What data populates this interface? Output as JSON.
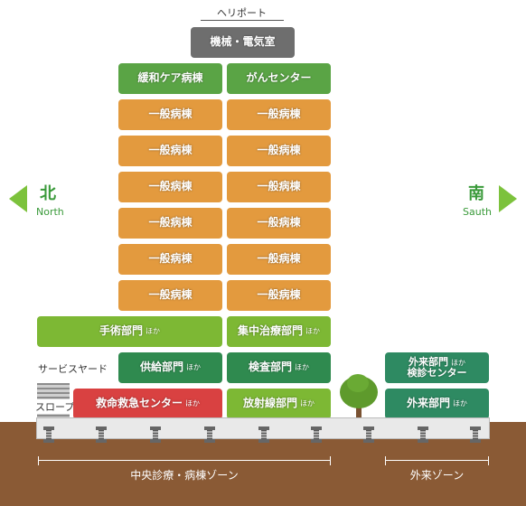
{
  "heliport_label": "ヘリポート",
  "rooftop_label": "機械・電気室",
  "top_left_label": "緩和ケア病棟",
  "top_right_label": "がんセンター",
  "ward_label": "一般病棟",
  "ward_rows": 6,
  "surgery": {
    "main": "手術部門",
    "sub": "ほか"
  },
  "intensive": {
    "main": "集中治療部門",
    "sub": "ほか"
  },
  "supply": {
    "main": "供給部門",
    "sub": "ほか"
  },
  "exam": {
    "main": "検査部門",
    "sub": "ほか"
  },
  "emergency": {
    "main": "救命救急センター",
    "sub": "ほか"
  },
  "radiology": {
    "main": "放射線部門",
    "sub": "ほか"
  },
  "outpatient_upper": {
    "main": "外来部門",
    "sub": "ほか",
    "line2": "検診センター"
  },
  "outpatient_lower": {
    "main": "外来部門",
    "sub": "ほか"
  },
  "service_yard_label": "サービスヤード",
  "slope_label": "スロープ",
  "north": {
    "kanji": "北",
    "english": "North"
  },
  "south": {
    "kanji": "南",
    "english": "Sauth"
  },
  "zones": {
    "central": "中央診療・病棟ゾーン",
    "outpatient": "外来ゾーン"
  },
  "colors": {
    "green": "#5aa445",
    "orange": "#e39a3e",
    "light_green": "#7db834",
    "dark_green": "#2f8a4f",
    "red": "#d94141",
    "gray": "#6e6e6e",
    "ground": "#8a5a35"
  }
}
